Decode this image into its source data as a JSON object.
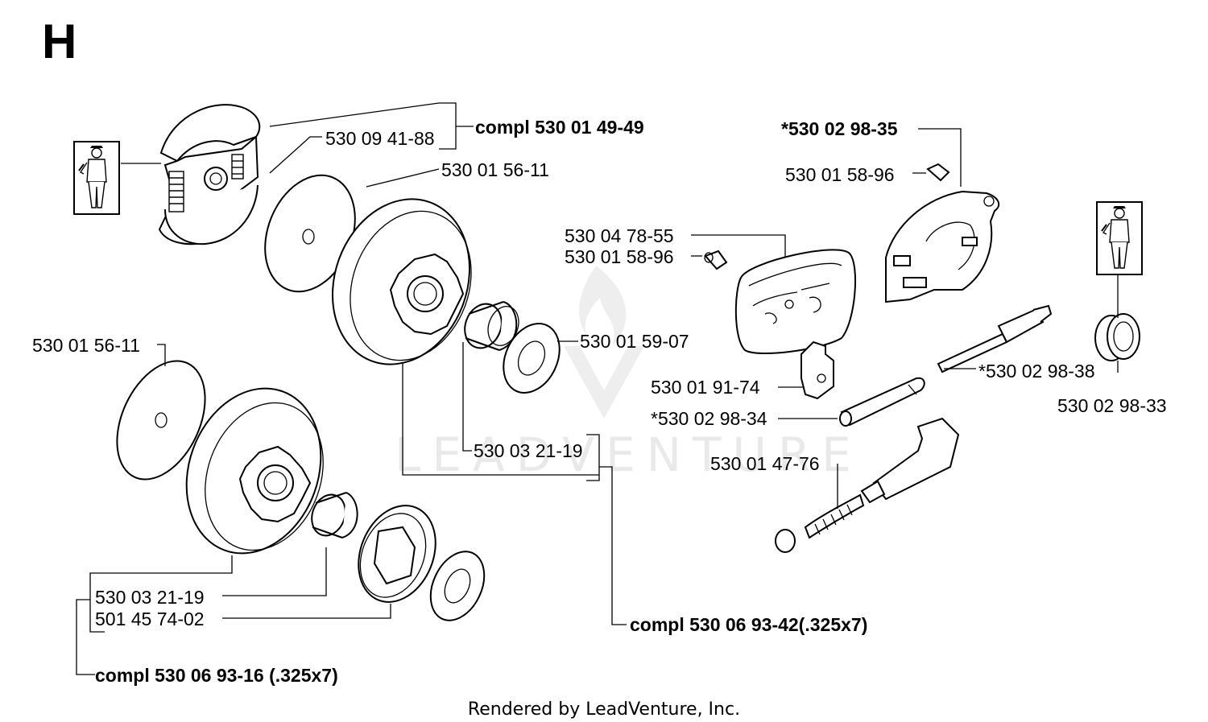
{
  "section_letter": "H",
  "footer": "Rendered by LeadVenture, Inc.",
  "watermark": "LEADVENTURE",
  "labels": {
    "compl_clutch": "compl 530 01 49-49",
    "clutch_spring": "530 09 41-88",
    "washer_top": "530 01 56-11",
    "cover_assy": "*530 02 98-35",
    "screw_cover": "530 01 58-96",
    "plate": "530 04 78-55",
    "screw_plate": "530 01 58-96",
    "washer_small": "530 01 59-07",
    "washer_left": "530 01 56-11",
    "bracket": "530 01 91-74",
    "shaft": "*530 02 98-38",
    "bushing": "530 02 98-33",
    "pin": "*530 02 98-34",
    "bearing_top": "530 03 21-19",
    "pump_piston": "530 01 47-76",
    "compl_drum_top": "compl 530 06 93-42(.325x7)",
    "bearing_bottom": "530 03 21-19",
    "rim": "501 45 74-02",
    "compl_drum_bottom": "compl 530 06 93-16 (.325x7)"
  }
}
